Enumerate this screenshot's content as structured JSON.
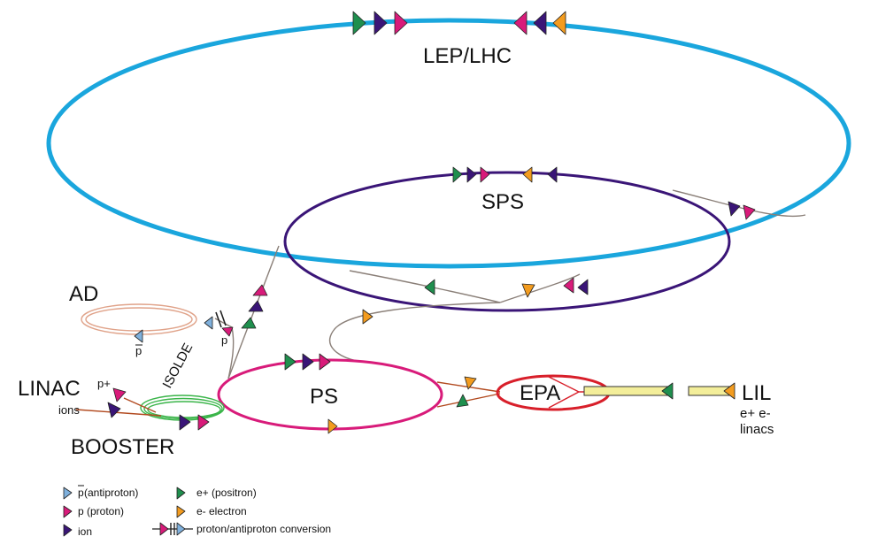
{
  "colors": {
    "lep": "#1aa6dd",
    "sps": "#3a1577",
    "ps": "#d81b7a",
    "booster": "#3bb54a",
    "ad": "#e0a38a",
    "epa": "#d81f2a",
    "lil_fill": "#f3ee9a",
    "antiproton": "#7fb0dc",
    "proton": "#d81b7a",
    "ion": "#3a1577",
    "positron": "#1f8f4e",
    "electron": "#f39c1f"
  },
  "labels": {
    "lep_lhc": "LEP/LHC",
    "sps": "SPS",
    "ps": "PS",
    "epa": "EPA",
    "lil": "LIL",
    "lil_sub_1": "e+ e-",
    "lil_sub_2": "linacs",
    "ad": "AD",
    "ad_pbar": "p",
    "isolde": "ISOLDE",
    "isolde_p": "p",
    "linac": "LINAC",
    "linac_p": "p+",
    "linac_ions": "ions",
    "booster": "BOOSTER"
  },
  "legend": [
    {
      "particle": "antiproton",
      "prefix": "p",
      "text": " (antiproton)"
    },
    {
      "particle": "proton",
      "prefix": "",
      "text": "p (proton)"
    },
    {
      "particle": "ion",
      "prefix": "",
      "text": "ion"
    },
    {
      "particle": "positron",
      "prefix": "",
      "text": "e+ (positron)"
    },
    {
      "particle": "electron",
      "prefix": "",
      "text": "e- electron"
    },
    {
      "particle": "conversion",
      "prefix": "",
      "text": "proton/antiproton conversion"
    }
  ]
}
